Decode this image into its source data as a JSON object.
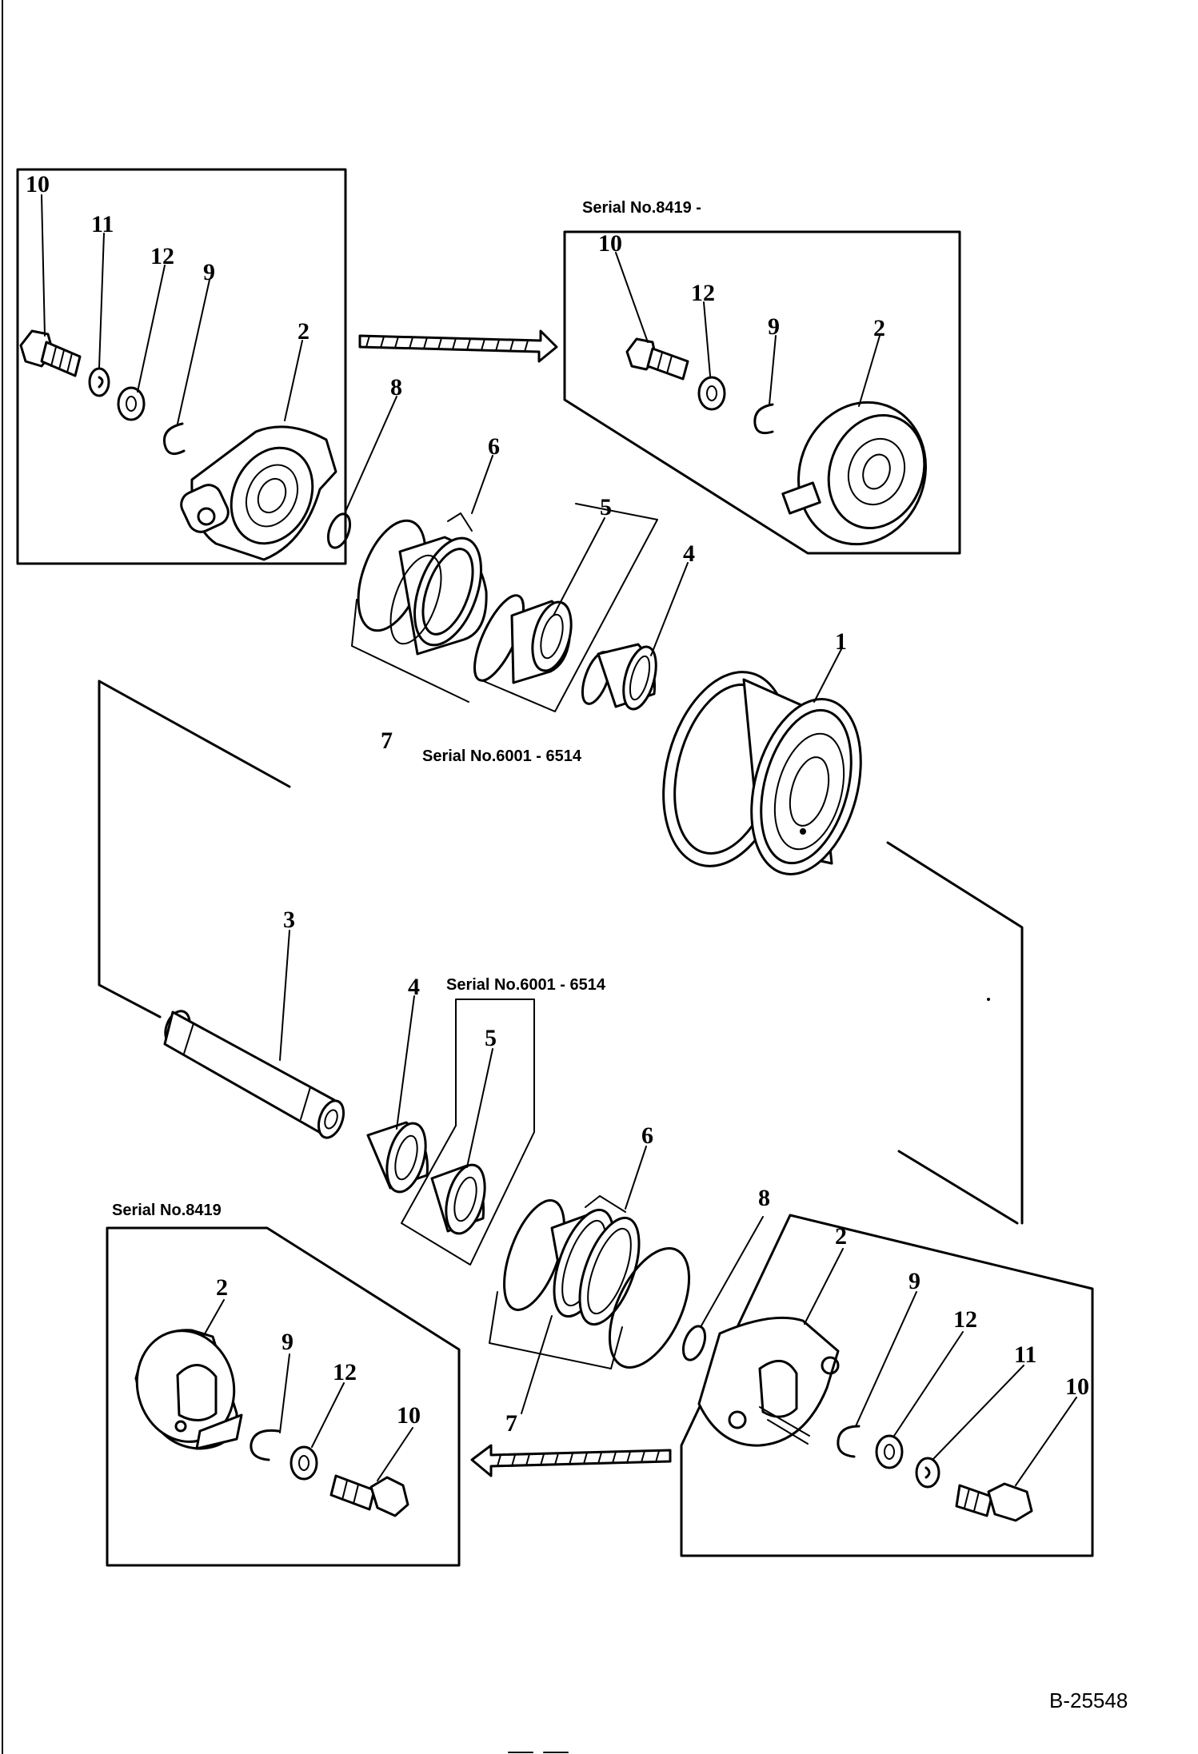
{
  "serials": {
    "top_right": "Serial No.8419 -",
    "middle": "Serial No.6001 - 6514",
    "lower_middle": "Serial No.6001 - 6514",
    "bottom_left": "Serial No.8419"
  },
  "callouts": {
    "tl_10": "10",
    "tl_11": "11",
    "tl_12": "12",
    "tl_9": "9",
    "tl_2": "2",
    "tr_10": "10",
    "tr_12": "12",
    "tr_9": "9",
    "tr_2": "2",
    "u_8": "8",
    "u_6": "6",
    "u_5": "5",
    "u_4": "4",
    "u_7": "7",
    "u_1": "1",
    "l_3": "3",
    "l_4": "4",
    "l_5": "5",
    "l_6": "6",
    "l_8": "8",
    "l_7": "7",
    "br_2": "2",
    "br_9": "9",
    "br_12": "12",
    "br_11": "11",
    "br_10": "10",
    "bl_2": "2",
    "bl_9": "9",
    "bl_12": "12",
    "bl_10": "10"
  },
  "figure_code": "B-25548"
}
